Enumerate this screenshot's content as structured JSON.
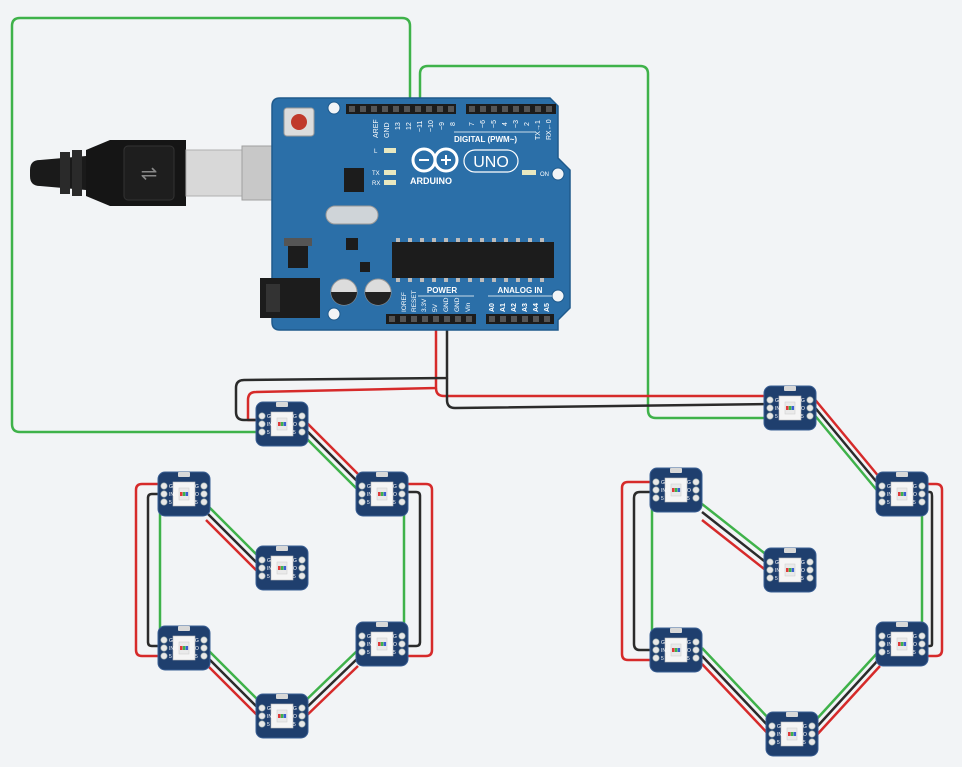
{
  "board": {
    "aref": "AREF",
    "gnd": "GND",
    "d13": "13",
    "d12": "12",
    "d11": "~11",
    "d10": "~10",
    "d9": "~9",
    "d8": "8",
    "d7": "7",
    "d6": "~6",
    "d5": "~5",
    "d4": "4",
    "d3": "~3",
    "d2": "2",
    "tx1": "TX→1",
    "rx0": "RX←0",
    "digital_label": "DIGITAL (PWM~)",
    "brand": "ARDUINO",
    "model": "UNO",
    "led_l": "L",
    "led_tx": "TX",
    "led_rx": "RX",
    "led_on": "ON",
    "power_label": "POWER",
    "analog_label": "ANALOG IN",
    "ioref": "IOREF",
    "reset": "RESET",
    "v33": "3.3V",
    "v5": "5V",
    "gnd1": "GND",
    "gnd2": "GND",
    "vin": "Vin",
    "a0": "A0",
    "a1": "A1",
    "a2": "A2",
    "a3": "A3",
    "a4": "A4",
    "a5": "A5"
  },
  "pixel_pins": {
    "din": "IN",
    "dout": "O",
    "vcc": "5",
    "gnd": "G"
  },
  "wire_colors": {
    "signal": "#3fb24a",
    "power": "#d62a2a",
    "ground": "#2b2b2b"
  }
}
